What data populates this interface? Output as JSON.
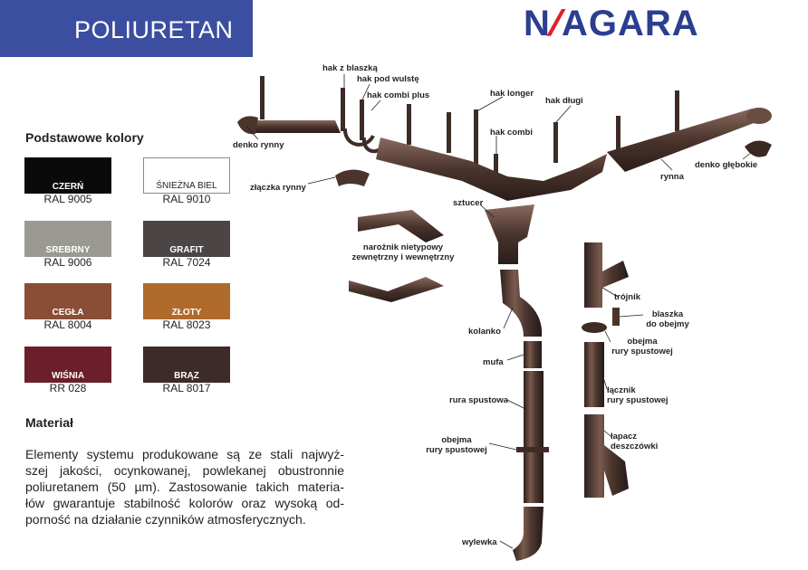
{
  "header": {
    "title": "POLIURETAN"
  },
  "brand": {
    "logo_text_left": "N",
    "logo_slash": "/",
    "logo_text_right": "AGARA"
  },
  "colors": {
    "heading": "Podstawowe kolory",
    "swatches": [
      {
        "name": "CZERŃ",
        "code": "RAL 9005",
        "hex": "#0b0a0a"
      },
      {
        "name": "ŚNIEŻNA BIEL",
        "code": "RAL 9010",
        "hex": "#ffffff"
      },
      {
        "name": "SREBRNY",
        "code": "RAL 9006",
        "hex": "#9a9a92"
      },
      {
        "name": "GRAFIT",
        "code": "RAL 7024",
        "hex": "#4b4546"
      },
      {
        "name": "CEGŁA",
        "code": "RAL 8004",
        "hex": "#8a4e36"
      },
      {
        "name": "ZŁOTY",
        "code": "RAL 8023",
        "hex": "#b06a2b"
      },
      {
        "name": "WIŚNIA",
        "code": "RR 028",
        "hex": "#6b1f2b"
      },
      {
        "name": "BRĄZ",
        "code": "RAL 8017",
        "hex": "#3c2b28"
      }
    ]
  },
  "material": {
    "heading": "Materiał",
    "lines": [
      "Elementy systemu produkowane są ze stali najwyż-",
      "szej jakości, ocynkowanej, powlekanej obustronnie",
      "poliuretanem (50 µm). Zastosowanie takich materia-",
      "łów gwarantuje stabilność kolorów oraz wysoką od-",
      "porność na działanie czynników atmosferycznych."
    ]
  },
  "parts": {
    "hak_z_blaszka": "hak z blaszką",
    "hak_pod_wulste": "hak pod wulstę",
    "hak_combi_plus": "hak combi plus",
    "hak_longer": "hak longer",
    "hak_dlugi": "hak długi",
    "hak_combi": "hak combi",
    "denko_rynny": "denko rynny",
    "zlaczka_rynny": "złączka rynny",
    "rynna": "rynna",
    "denko_glebokie": "denko głębokie",
    "sztucer": "sztucer",
    "naroznik_1": "narożnik nietypowy",
    "naroznik_2": "zewnętrzny i wewnętrzny",
    "kolanko": "kolanko",
    "mufa": "mufa",
    "rura_spustowa": "rura spustowa",
    "obejma_a1": "obejma",
    "obejma_a2": "rury spustowej",
    "wylewka": "wylewka",
    "trojnik": "trójnik",
    "blaszka_1": "blaszka",
    "blaszka_2": "do obejmy",
    "obejma_b1": "obejma",
    "obejma_b2": "rury spustowej",
    "lacznik_1": "łącznik",
    "lacznik_2": "rury spustowej",
    "lapacz_1": "łapacz",
    "lapacz_2": "deszczówki"
  }
}
